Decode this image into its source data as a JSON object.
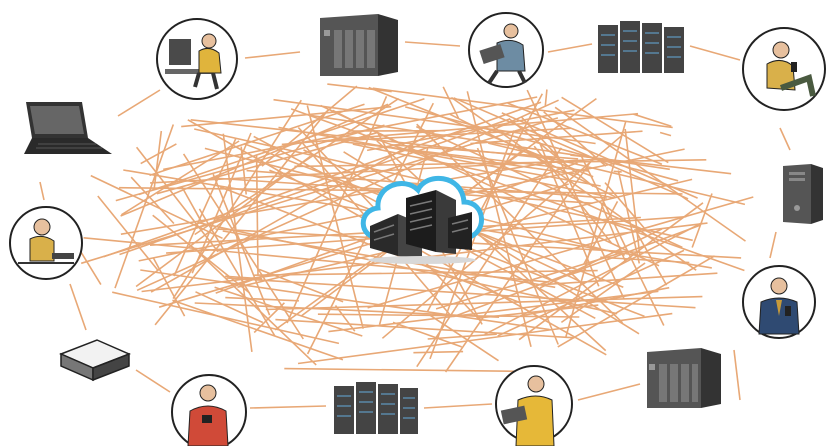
{
  "diagram": {
    "type": "network-mesh",
    "center": {
      "icon": "cloud-datacenter-icon"
    },
    "link_color": "#e8a876",
    "nodes": [
      {
        "id": "n1",
        "icon": "person-at-desktop-icon"
      },
      {
        "id": "n2",
        "icon": "nas-storage-icon"
      },
      {
        "id": "n3",
        "icon": "person-with-tablet-icon"
      },
      {
        "id": "n4",
        "icon": "server-rack-icon"
      },
      {
        "id": "n5",
        "icon": "person-with-phone-icon"
      },
      {
        "id": "n6",
        "icon": "laptop-icon"
      },
      {
        "id": "n7",
        "icon": "tower-pc-icon"
      },
      {
        "id": "n8",
        "icon": "person-with-laptop-icon"
      },
      {
        "id": "n9",
        "icon": "businessman-with-phone-icon"
      },
      {
        "id": "n10",
        "icon": "network-box-icon"
      },
      {
        "id": "n11",
        "icon": "nas-storage-icon"
      },
      {
        "id": "n12",
        "icon": "woman-with-phone-icon"
      },
      {
        "id": "n13",
        "icon": "server-rack-icon"
      },
      {
        "id": "n14",
        "icon": "man-with-tablet-icon"
      }
    ]
  }
}
